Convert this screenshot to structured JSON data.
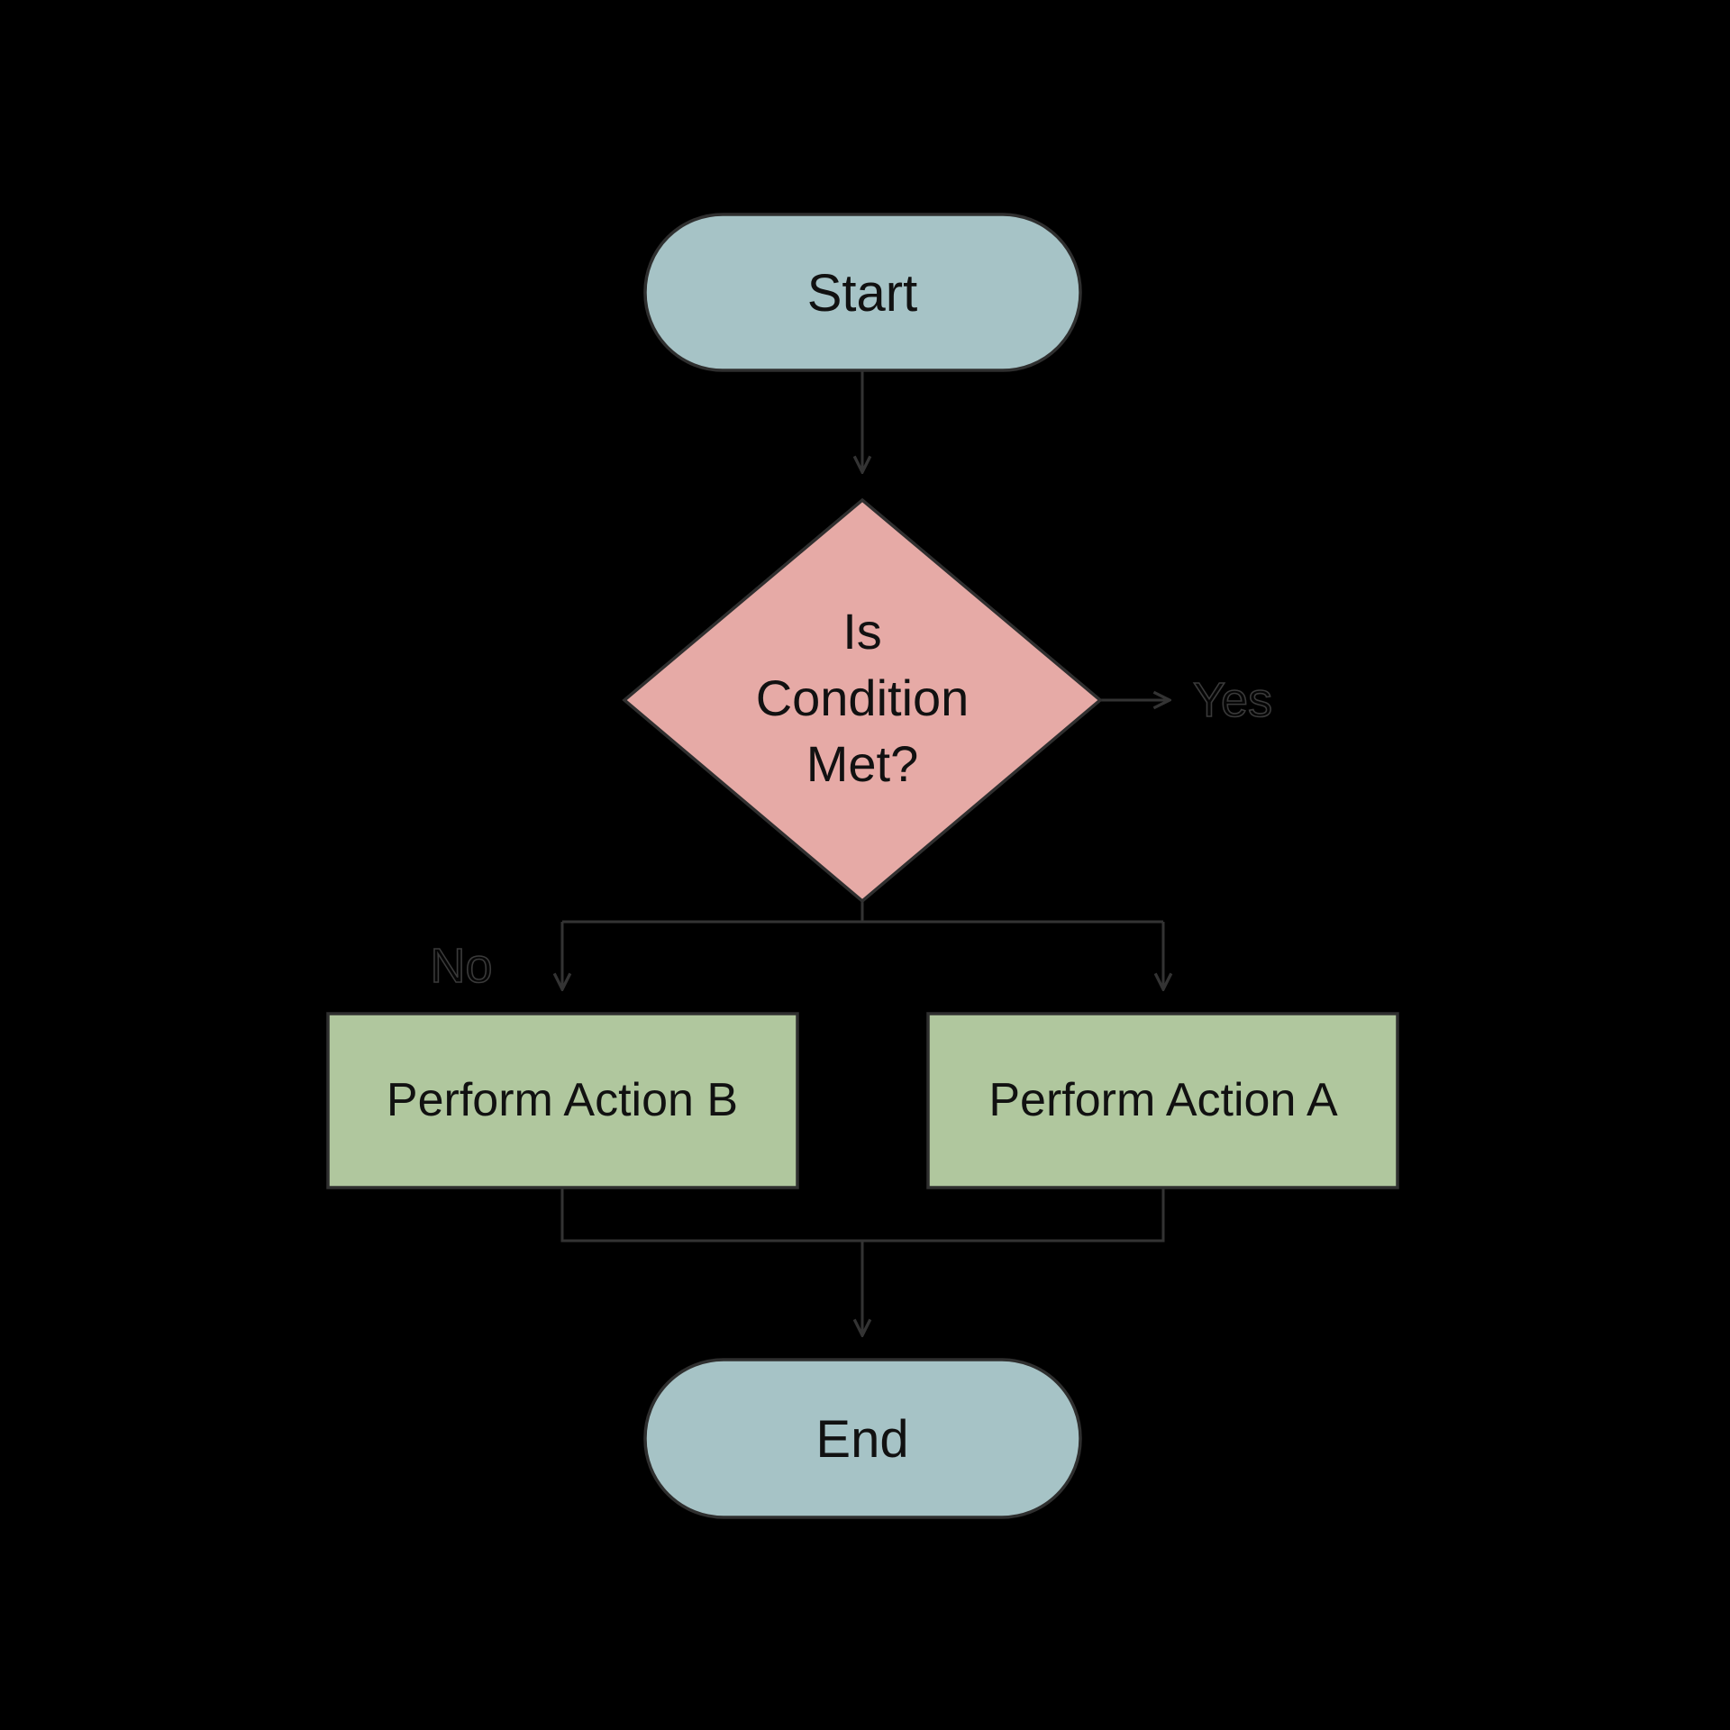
{
  "diagram": {
    "type": "flowchart",
    "nodes": {
      "start": {
        "label": "Start",
        "shape": "terminal",
        "fill": "#a6c3c6"
      },
      "decision": {
        "lines": [
          "Is",
          "Condition",
          "Met?"
        ],
        "shape": "diamond",
        "fill": "#e6aaa6"
      },
      "action_b": {
        "label": "Perform Action B",
        "shape": "process",
        "fill": "#b0c79e"
      },
      "action_a": {
        "label": "Perform Action A",
        "shape": "process",
        "fill": "#b0c79e"
      },
      "end": {
        "label": "End",
        "shape": "terminal",
        "fill": "#a6c3c6"
      }
    },
    "edge_labels": {
      "yes": "Yes",
      "no": "No"
    },
    "edges": [
      {
        "from": "start",
        "to": "decision"
      },
      {
        "from": "decision",
        "to": "action_b"
      },
      {
        "from": "decision",
        "to": "action_a"
      },
      {
        "from": "decision",
        "label": "yes"
      },
      {
        "from": "action_b",
        "to": "end"
      },
      {
        "from": "action_a",
        "to": "end"
      }
    ]
  },
  "colors": {
    "background": "#000000",
    "connector": "#333333",
    "terminal": "#a6c3c6",
    "decision": "#e6aaa6",
    "process": "#b0c79e"
  }
}
